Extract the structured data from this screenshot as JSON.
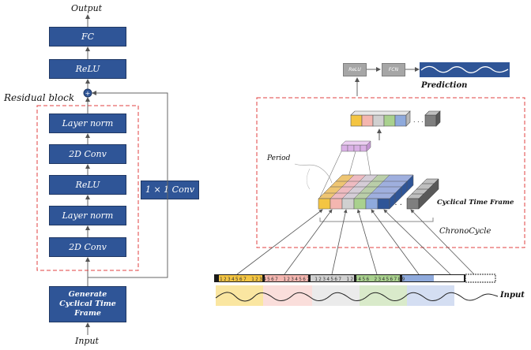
{
  "left": {
    "output": "Output",
    "input": "Input",
    "residual_title": "Residual block",
    "blocks": {
      "fc": "FC",
      "relu_top": "ReLU",
      "layer_norm_top": "Layer norm",
      "conv_top": "2D Conv",
      "relu_mid": "ReLU",
      "layer_norm_bottom": "Layer norm",
      "conv_bottom": "2D Conv",
      "generate": "Generate Cyclical Time Frame",
      "shortcut": "1 × 1 Conv"
    }
  },
  "right": {
    "relu": "ReLU",
    "fcn": "FCN",
    "prediction": "Prediction",
    "period": "Period",
    "cyclical_frame": "Cyclical Time Frame",
    "chronocycle": "ChronoCycle",
    "input": "Input",
    "dots": ". . .",
    "colors": {
      "yellow": "#f4c542",
      "red": "#f4b6b0",
      "gray": "#d0d0d0",
      "green": "#a9d18e",
      "blue": "#8faadc",
      "purple": "#dab0e6",
      "navy": "#2f5597",
      "dashed_red": "#e04040"
    }
  }
}
